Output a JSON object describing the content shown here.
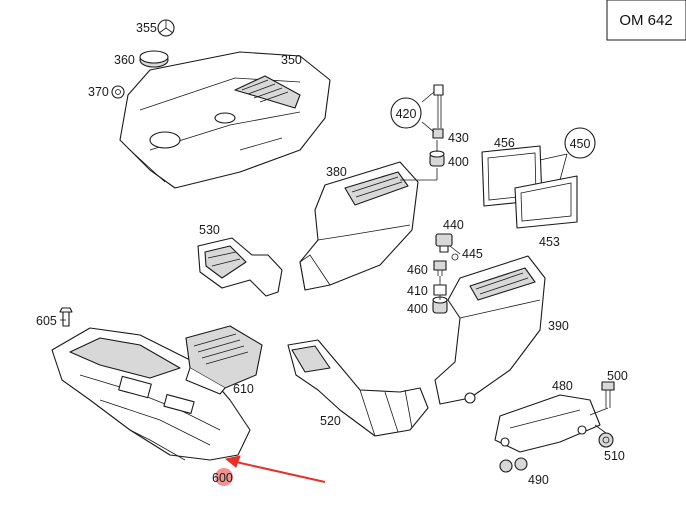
{
  "engine_code": "OM 642",
  "callouts": {
    "c355": "355",
    "c360": "360",
    "c370": "370",
    "c350": "350",
    "c420": "420",
    "c430": "430",
    "c400a": "400",
    "c456": "456",
    "c450": "450",
    "c453": "453",
    "c380": "380",
    "c530": "530",
    "c440": "440",
    "c445": "445",
    "c460": "460",
    "c410": "410",
    "c400b": "400",
    "c390": "390",
    "c605": "605",
    "c610": "610",
    "c520": "520",
    "c480": "480",
    "c500": "500",
    "c510": "510",
    "c490": "490",
    "c600": "600"
  },
  "highlight": {
    "arrow_color": "#e8302a",
    "marker_color": "#f08080",
    "target_part": "600"
  }
}
